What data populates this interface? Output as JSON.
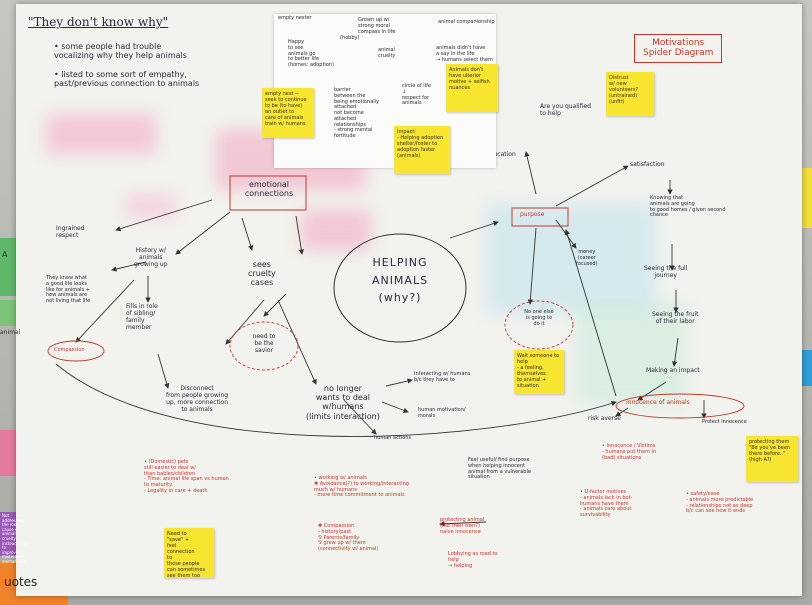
{
  "header": {
    "title": "\"They don't know why\"",
    "bullets": [
      "• some people had trouble\nvocalizing why they help animals",
      "• listed to some sort of empathy,\npast/previous connection to animals"
    ]
  },
  "diagram_title": "Motivations\nSpider Diagram",
  "center": "HELPING\nANIMALS\n(why?)",
  "nodes": {
    "emotional": "emotional\nconnections",
    "purpose": "purpose",
    "sees_cruelty": "sees\ncruelty\ncases",
    "savior": "need to\nbe the\nsavior",
    "no_one_else": "No one else\nis going to\ndo it",
    "innocence": "innocence of animals",
    "education": "education",
    "qualified": "Are you qualified\nto help",
    "satisfaction": "satisfaction",
    "money": "money\n(career\nfocused)",
    "knowing": "Knowing that\nanimals are going\nto good homes / given second\nchance",
    "seeing_journey": "Seeing the full\njourney",
    "seeing_fruit": "Seeing the fruit\nof their labor",
    "impact": "Making an impact",
    "protect": "Protect innocence",
    "risk": "risk averse",
    "ingrained": "Ingrained\nrespect",
    "history": "History w/\nanimals\ngrowing up",
    "they_know": "They know what\na good life looks\nlike for animals +\nhow animals are\nnot living that life",
    "fills_role": "Fills in role\nof sibling/\nfamily\nmember",
    "compassion": "Compassion",
    "disconnect": "Disconnect\nfrom people growing\nup, more connection\nto animals",
    "no_longer": "no longer\nwants to deal\nw/humans\n(limits interaction)",
    "interacting": "Interacting w/ humans\nb/c they have to",
    "human_motivation": "human motivation/\nmorals",
    "human_actions": "human actions",
    "feel_useful": "Feel useful/ find purpose\nwhen helping innocent\nanimal from a vulnerable\nsituation"
  },
  "bottom_notes": {
    "domestic": "• (Domestic) pets\nstill easier to deal w/\nthan babies/children\n  - Time: animal life span vs human\n     to maturity\n  - Legality in care + death",
    "working": "• working w/ animals\n ✱ Avoidance(?) to working/interacting\n   much w/ humans\n  - more time commitment to animals",
    "compassion_note": "✱ Compassion\n  - history/past\n  ⅋ Parents/family\n  ⅋ grew up w/ them\n     (connectivity w/ animal)",
    "protecting": "protecting animal\n(not their own?)\nnaive innocence",
    "lobbying": "Lobbying as road to\nhelp\n→ helping",
    "innocence_victims": "• Innocence / Victims\n  - humans put them in\n    (bad) situations",
    "u_factor": "• U-factor motives\n  - animals lack in bot-\n    humans have them\n  - animals care about\n    survivability",
    "safety": "• safety/ease\n  - animals more predictable\n  - relationships not as deep\n    b/c can see how it ends"
  },
  "top_paper": {
    "a": "empty nester",
    "b": "Grown up w/\nstrong moral\ncompass in life",
    "c": "animal companionship",
    "d": "Happy\nto see\nanimals go\nto better life\n(homes: adoption)",
    "e": "(hobby)",
    "f": "animal\ncruelty",
    "g": "animals didn't have\na say in the life\n→ humans select them",
    "h": "barrier\nbetween the\nbeing emotionally\nattached\nnot become\nattached\nrelationships\n- strong mental\nfortitude",
    "i": "circle of life\n↓\nrespect for\nanimals"
  },
  "stickies": {
    "s1": "empty nest --\nseek to continue\nto be (to have)\nan outlet to\ncare of animals\ntrain w/ humans",
    "s2": "Animals don't\nhave ulterior\nmotive + selfish\nnuances",
    "s3": "Distrust\nw/ new\nvolunteers?\n(untrained)\n(unfit)",
    "s4": "Impact:\n- Helping adoption\nshelter/foster to\nadoption faster\n(animals)",
    "s5": "Wait someone to\nhelp\n- a feeling, themselves\nto animal + situation",
    "s6": "protecting them\n\"Be you've been\nthere before..\"\n(high A?)",
    "s7": "Need to\n\"save\" +\nfeel\nconnection\nto\nthose people\ncan sometimes\nsee them too"
  },
  "edge_notes": {
    "left_top": "A",
    "left_mid": "animal",
    "left_bottom": "Not addressing\nthe root cause of\nanimal cruelty -\ninstead tries to\nimprove a mistreated\nanimal's life",
    "quotes": "uotes"
  }
}
